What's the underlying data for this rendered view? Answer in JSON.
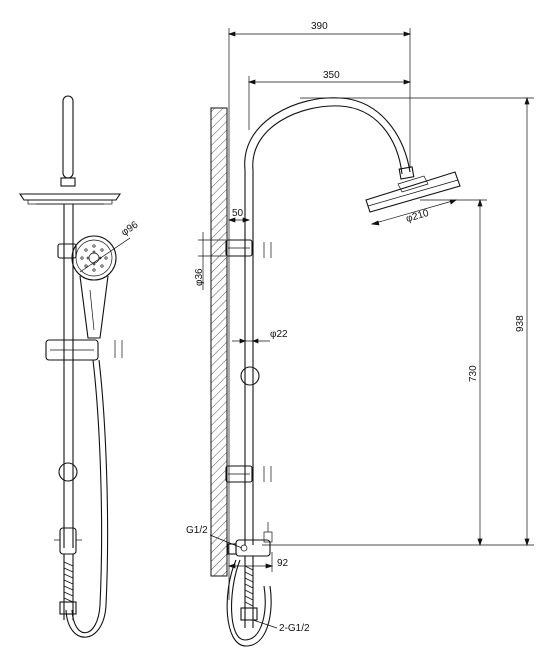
{
  "dimensions": {
    "head_arm_reach": "390",
    "arm_offset": "350",
    "wall_offset": "50",
    "holder_dia": "φ36",
    "rail_dia": "φ22",
    "hand_shower_dia": "φ96",
    "head_dia": "φ210",
    "total_height": "938",
    "rail_height": "730",
    "mixer_depth": "92",
    "inlet_thread": "G1/2",
    "outlet_thread": "2-G1/2"
  }
}
